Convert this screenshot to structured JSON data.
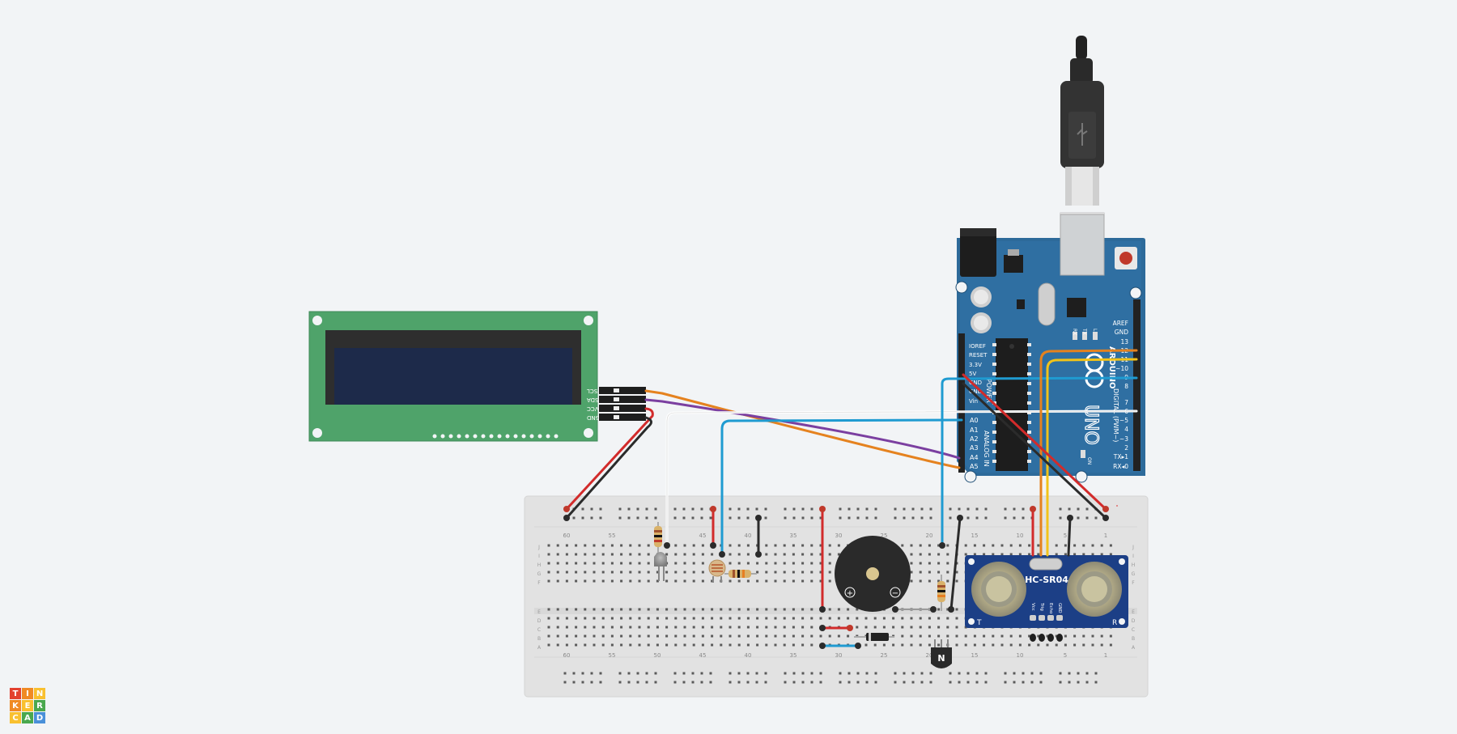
{
  "app": {
    "logo_letters": [
      "T",
      "I",
      "N",
      "K",
      "E",
      "R",
      "C",
      "A",
      "D"
    ],
    "logo_colors": [
      "#e3412f",
      "#f08a24",
      "#f9c02f",
      "#f08a24",
      "#f9c02f",
      "#4aa84e",
      "#f9c02f",
      "#4aa84e",
      "#4a90d9"
    ]
  },
  "lcd": {
    "pin_labels": [
      "SCL",
      "SDA",
      "VCC",
      "GND"
    ]
  },
  "arduino": {
    "logo": "UNO",
    "brand": "ARDUINO",
    "power_header_labels": [
      "IOREF",
      "RESET",
      "3.3V",
      "5V",
      "GND",
      "GND",
      "Vin"
    ],
    "power_label": "POWER",
    "analog_labels": [
      "A0",
      "A1",
      "A2",
      "A3",
      "A4",
      "A5"
    ],
    "analog_header_label": "ANALOG IN",
    "digital_labels_top": [
      "AREF",
      "GND",
      "13",
      "12",
      "~11",
      "~10",
      "~9",
      "8"
    ],
    "digital_labels_bottom": [
      "7",
      "~6",
      "~5",
      "4",
      "~3",
      "2",
      "TX▸1",
      "RX◂0"
    ],
    "digital_header_label": "DIGITAL (PWM~)",
    "rxtx": [
      "RX",
      "TX",
      "L"
    ],
    "on_label": "ON"
  },
  "breadboard": {
    "column_numbers": [
      "60",
      "55",
      "50",
      "45",
      "40",
      "35",
      "30",
      "25",
      "20",
      "15",
      "10",
      "5",
      "1"
    ],
    "row_letters_top": [
      "J",
      "I",
      "H",
      "G",
      "F"
    ],
    "row_letters_bottom": [
      "E",
      "D",
      "C",
      "B",
      "A"
    ]
  },
  "ultrasonic": {
    "model": "HC-SR04",
    "pin_labels": [
      "Vcc",
      "Trig",
      "Echo",
      "GND"
    ],
    "left_tag": "T",
    "right_tag": "R"
  },
  "buzzer": {
    "plus": "+",
    "minus": "−"
  },
  "transistor": {
    "label": "N"
  }
}
